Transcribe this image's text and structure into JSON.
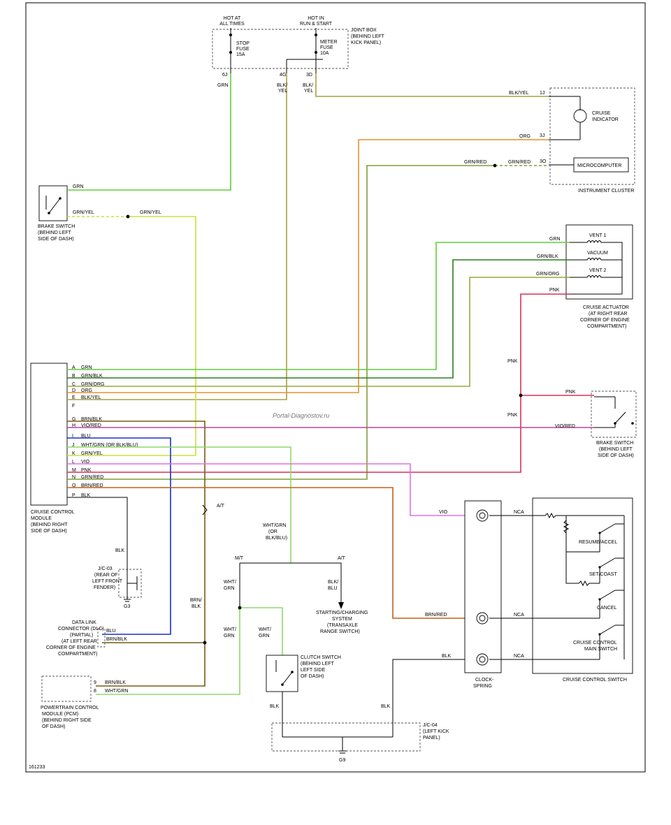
{
  "joint_box": {
    "hot_at_all_times": [
      "HOT AT",
      "ALL TIMES"
    ],
    "hot_in_run_start": [
      "HOT IN",
      "RUN & START"
    ],
    "label": [
      "JOINT BOX",
      "(BEHIND LEFT",
      "KICK PANEL)"
    ],
    "stop_fuse": [
      "STOP",
      "FUSE",
      "15A"
    ],
    "meter_fuse": [
      "METER",
      "FUSE",
      "10A"
    ],
    "pins": [
      "6J",
      "4G",
      "3D"
    ]
  },
  "instrument_cluster": {
    "label": "INSTRUMENT CLUSTER",
    "cruise_indicator": [
      "CRUISE",
      "INDICATOR"
    ],
    "microcomputer": "MICROCOMPUTER",
    "pins": [
      "1J",
      "3J",
      "3O"
    ]
  },
  "brake_switch_top": {
    "label": [
      "BRAKE SWITCH",
      "(BEHIND LEFT",
      "SIDE OF DASH)"
    ]
  },
  "cruise_actuator": {
    "label": [
      "CRUISE ACTUATOR",
      "(AT RIGHT REAR",
      "CORNER OF ENGINE",
      "COMPARTMENT)"
    ],
    "coils": [
      "VENT 1",
      "VACUUM",
      "VENT 2"
    ]
  },
  "brake_switch_right": {
    "label": [
      "BRAKE SWITCH",
      "(BEHIND LEFT",
      "SIDE OF DASH)"
    ]
  },
  "ccm": {
    "label": [
      "CRUISE CONTROL",
      "MODULE",
      "(BEHIND RIGHT",
      "SIDE OF DASH)"
    ],
    "pins": [
      {
        "pin": "A",
        "wire": "GRN"
      },
      {
        "pin": "B",
        "wire": "GRN/BLK"
      },
      {
        "pin": "C",
        "wire": "GRN/ORG"
      },
      {
        "pin": "D",
        "wire": "ORG"
      },
      {
        "pin": "E",
        "wire": "BLK/YEL"
      },
      {
        "pin": "F",
        "wire": ""
      },
      {
        "pin": "G",
        "wire": "BRN/BLK"
      },
      {
        "pin": "H",
        "wire": "VIO/RED"
      },
      {
        "pin": "I",
        "wire": "BLU"
      },
      {
        "pin": "J",
        "wire": "WHT/GRN (OR BLK/BLU)"
      },
      {
        "pin": "K",
        "wire": "GRN/YEL"
      },
      {
        "pin": "L",
        "wire": "VIO"
      },
      {
        "pin": "M",
        "wire": "PNK"
      },
      {
        "pin": "N",
        "wire": "GRN/RED"
      },
      {
        "pin": "O",
        "wire": "BRN/RED"
      },
      {
        "pin": "P",
        "wire": "BLK"
      }
    ]
  },
  "wires": {
    "grn": "GRN",
    "blk_yel": "BLK/YEL",
    "org": "ORG",
    "grn_red": "GRN/RED",
    "grn_yel": "GRN/YEL",
    "grn_blk": "GRN/BLK",
    "grn_org": "GRN/ORG",
    "pnk": "PNK",
    "vio_red": "VIO/RED",
    "vio": "VIO",
    "brn_red": "BRN/RED",
    "blk": "BLK",
    "blu": "BLU",
    "brn_blk": "BRN/BLK",
    "wht_grn": "WHT/GRN",
    "brn_blk_split": [
      "BRN/",
      "BLK"
    ],
    "wht_grn_split": [
      "WHT/",
      "GRN"
    ],
    "blk_yel_split": [
      "BLK/",
      "YEL"
    ],
    "wht_grn_or": [
      "WHT/GRN",
      "(OR",
      "BLK/BLU)"
    ],
    "blk_blu_split": [
      "BLK/",
      "BLU"
    ],
    "nca": "NCA",
    "mt": "M/T",
    "at": "A/T"
  },
  "jc03": {
    "label": [
      "J/C-03",
      "(REAR OF",
      "LEFT FRONT",
      "FENDER)"
    ],
    "ground": "G3"
  },
  "jc04": {
    "label": [
      "J/C-04",
      "(LEFT KICK",
      "PANEL)"
    ],
    "ground": "G9"
  },
  "dlc": {
    "label": [
      "DATA LINK",
      "CONNECTOR (DLC)",
      "(PARTIAL)",
      "(AT LEFT REAR",
      "CORNER OF ENGINE",
      "COMPARTMENT)"
    ]
  },
  "pcm": {
    "label": [
      "POWERTRAIN CONTROL",
      "MODULE (PCM)",
      "(BEHIND RIGHT SIDE",
      "OF DASH)"
    ],
    "pins": [
      "9",
      "8"
    ]
  },
  "starting_system": {
    "label": [
      "STARTING/CHARGING",
      "SYSTEM",
      "(TRANSAXLE",
      "RANGE SWITCH)"
    ]
  },
  "clutch_switch": {
    "label": [
      "CLUTCH SWITCH",
      "(BEHIND LEFT",
      "LEFT SIDE",
      "OF DASH)"
    ]
  },
  "clockspring": {
    "label": [
      "CLOCK-",
      "SPRING"
    ]
  },
  "cruise_switch": {
    "label": "CRUISE CONTROL SWITCH",
    "items": [
      "RESUME/ACCEL",
      "SET/COAST",
      "CANCEL",
      [
        "CRUISE CONTROL",
        "MAIN SWITCH"
      ]
    ]
  },
  "watermark": "Portal-Diagnostov.ru",
  "figure_id": "161233",
  "colors": {
    "grn": "#5fcf3a",
    "grn_blk": "#2e7d1e",
    "grn_org": "#9aa83a",
    "org": "#e8902a",
    "blk_yel": "#a8a040",
    "grn_red": "#7f9e3a",
    "brn_blk": "#7a5a10",
    "vio_red": "#c040a0",
    "blu": "#1c2fc8",
    "wht_grn": "#8fd86a",
    "grn_yel": "#c9e13a",
    "vio": "#e070e0",
    "pnk": "#d8305a",
    "brn_red": "#c0601c",
    "blk": "#000000"
  }
}
